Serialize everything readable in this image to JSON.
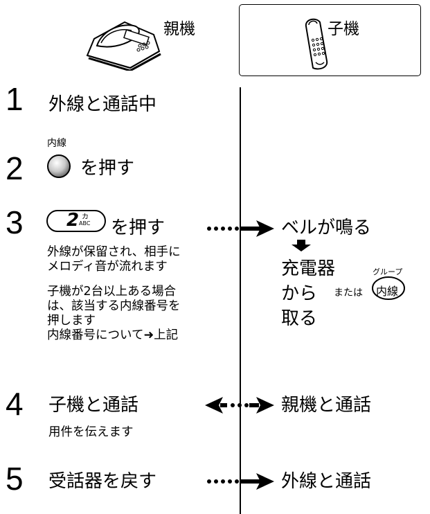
{
  "header": {
    "base_label": "親機",
    "handset_label": "子機"
  },
  "steps": [
    {
      "num": "1",
      "text": "外線と通話中"
    },
    {
      "num": "2",
      "key_label": "内線",
      "text": "を押す"
    },
    {
      "num": "3",
      "key_digit": "2",
      "key_kana": "カ",
      "key_letters": "ABC",
      "text": "を押す",
      "notes": [
        "外線が保留され、相手に",
        "メロディ音が流れます"
      ],
      "notes2": [
        "子機が2台以上ある場合",
        "は、該当する内線番号を",
        "押します",
        "内線番号について➜上記"
      ]
    },
    {
      "num": "4",
      "text": "子機と通話",
      "notes": [
        "用件を伝えます"
      ]
    },
    {
      "num": "5",
      "text": "受話器を戻す"
    }
  ],
  "responses": {
    "ring": "ベルが鳴る",
    "charger_lines": [
      "充電器",
      "から",
      "取る"
    ],
    "or_text": "または",
    "group_label": "グループ",
    "intercom_button": "内線",
    "talk_base": "親機と通話",
    "talk_outside": "外線と通話"
  }
}
